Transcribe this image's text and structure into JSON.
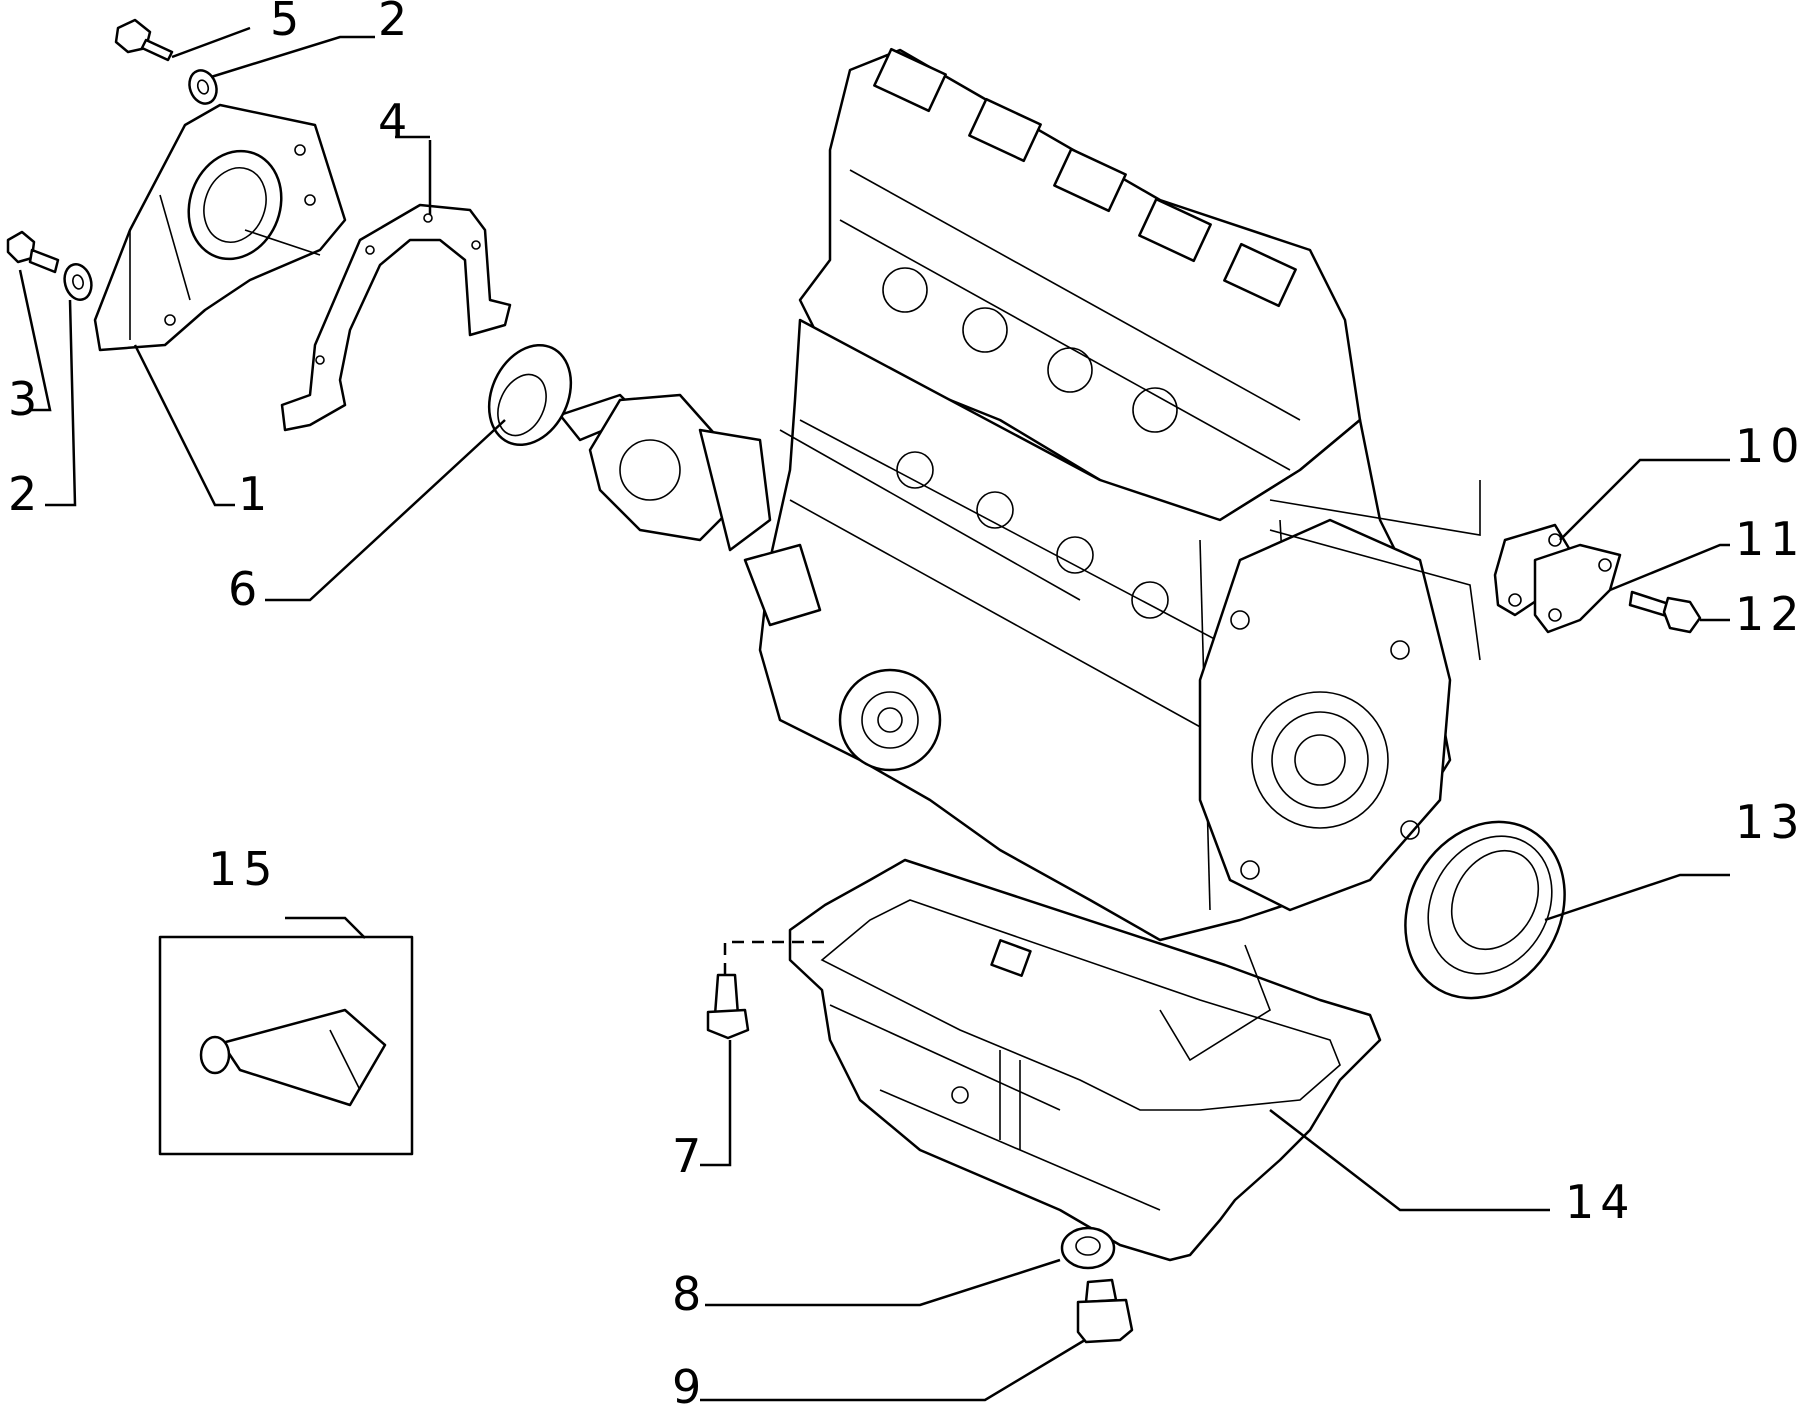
{
  "callouts": {
    "c1": "1",
    "c2a": "2",
    "c2b": "2",
    "c3": "3",
    "c4": "4",
    "c5": "5",
    "c6": "6",
    "c7": "7",
    "c8": "8",
    "c9": "9",
    "c10": "10",
    "c11": "11",
    "c12": "12",
    "c13": "13",
    "c14": "14",
    "c15": "15"
  },
  "colors": {
    "line": "#000000",
    "background": "#ffffff"
  }
}
